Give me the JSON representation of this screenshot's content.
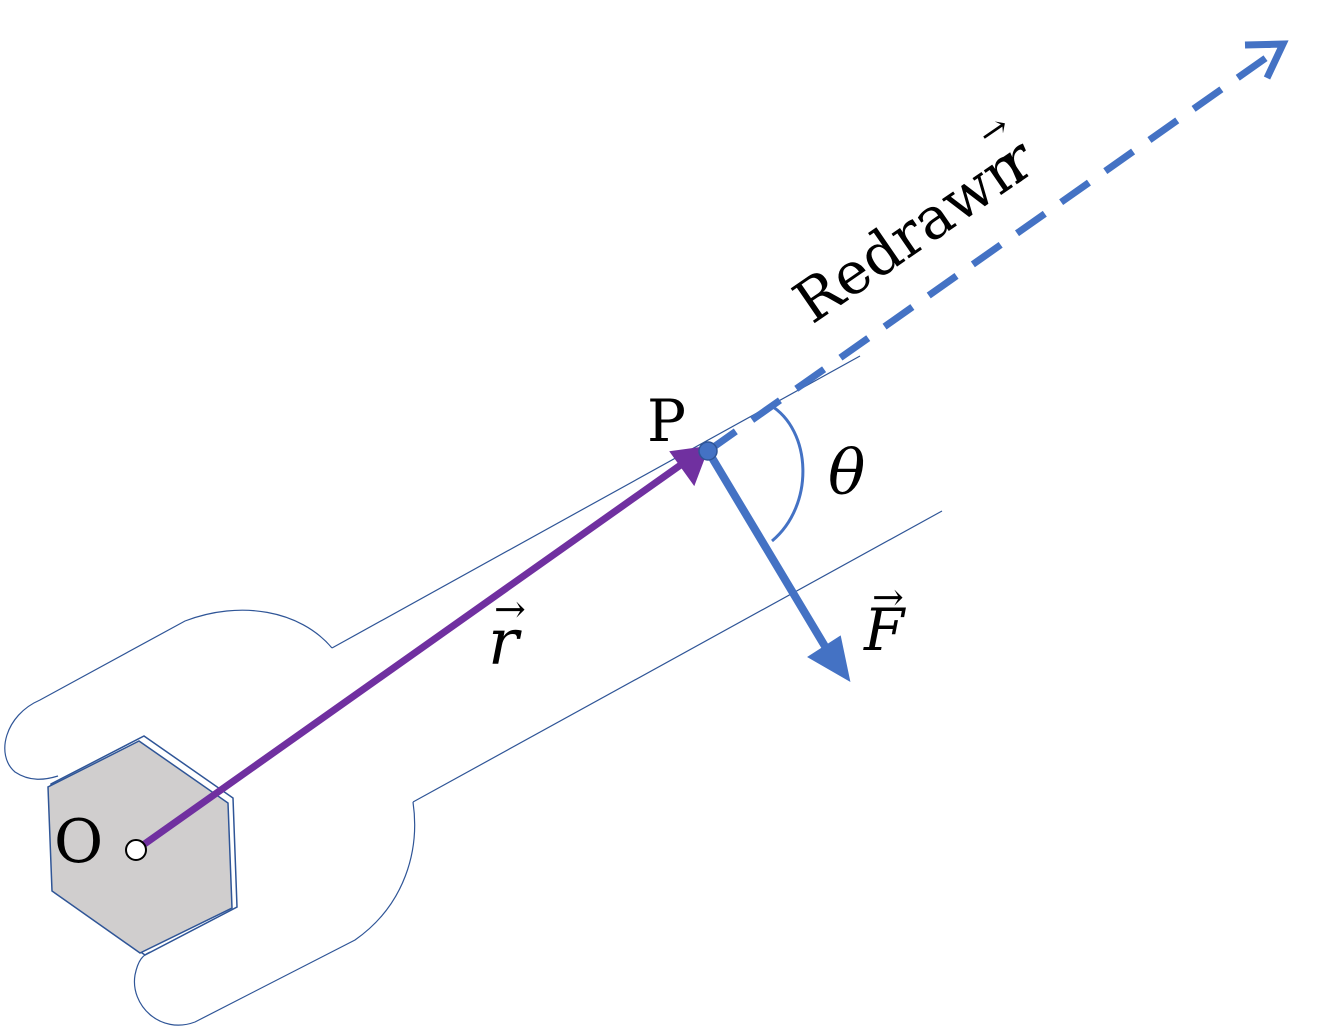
{
  "labels": {
    "origin": "O",
    "point": "P",
    "angle": "θ",
    "position_vector": "r",
    "force_vector": "F",
    "redrawn_text": "Redrawn",
    "redrawn_vector": "r",
    "vector_arrow": "⃗"
  },
  "colors": {
    "position_vector": "#7030a0",
    "force_vector": "#4472c4",
    "redrawn_vector": "#4472c4",
    "wrench_outline": "#2f5597",
    "nut_fill": "#d0cece",
    "nut_stroke": "#2f5597",
    "text": "#000000"
  }
}
